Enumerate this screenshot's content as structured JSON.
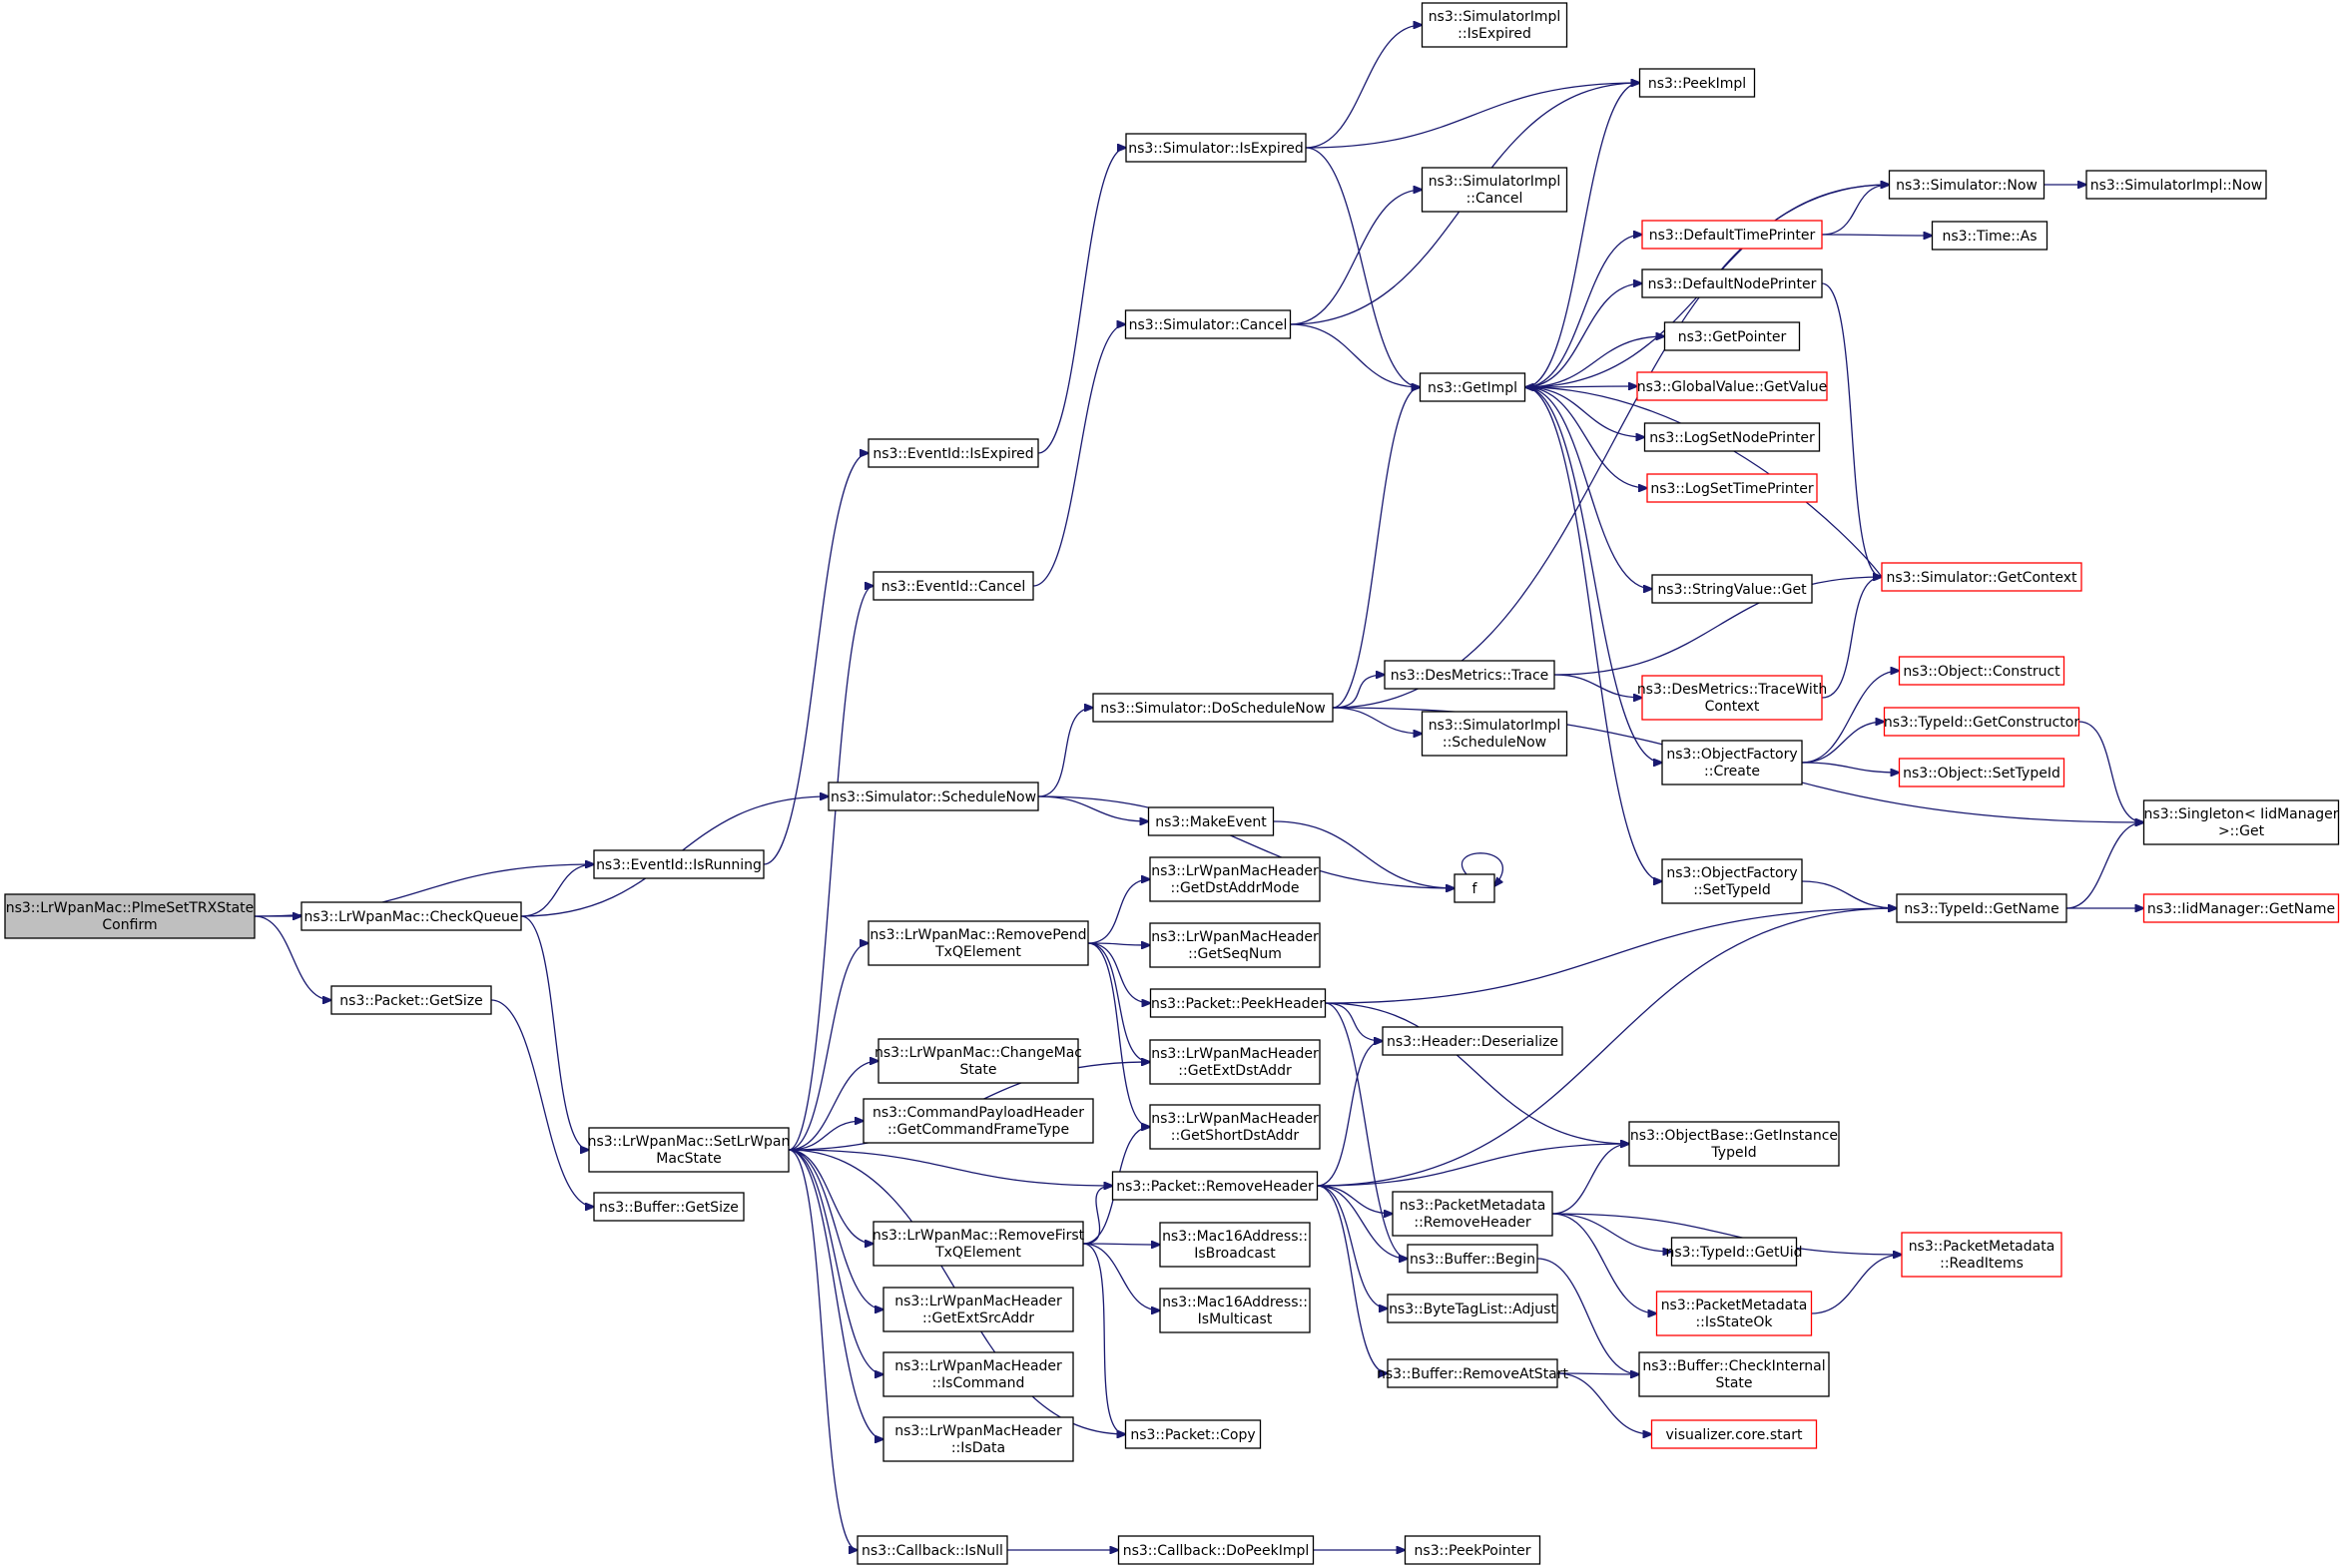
{
  "graph": {
    "nodes": [
      {
        "id": "root",
        "label": [
          "ns3::LrWpanMac::PlmeSetTRXState",
          "Confirm"
        ],
        "type": "root"
      },
      {
        "id": "checkQueue",
        "label": [
          "ns3::LrWpanMac::CheckQueue"
        ]
      },
      {
        "id": "pktGetSize",
        "label": [
          "ns3::Packet::GetSize"
        ]
      },
      {
        "id": "isRunning",
        "label": [
          "ns3::EventId::IsRunning"
        ]
      },
      {
        "id": "eidIsExpired",
        "label": [
          "ns3::EventId::IsExpired"
        ]
      },
      {
        "id": "eidCancel",
        "label": [
          "ns3::EventId::Cancel"
        ]
      },
      {
        "id": "schedNow",
        "label": [
          "ns3::Simulator::ScheduleNow"
        ]
      },
      {
        "id": "setState",
        "label": [
          "ns3::LrWpanMac::SetLrWpan",
          "MacState"
        ]
      },
      {
        "id": "bufGetSize",
        "label": [
          "ns3::Buffer::GetSize"
        ]
      },
      {
        "id": "simIsExpired",
        "label": [
          "ns3::Simulator::IsExpired"
        ]
      },
      {
        "id": "simCancel",
        "label": [
          "ns3::Simulator::Cancel"
        ]
      },
      {
        "id": "doSchedNow",
        "label": [
          "ns3::Simulator::DoScheduleNow"
        ]
      },
      {
        "id": "makeEvent",
        "label": [
          "ns3::MakeEvent"
        ]
      },
      {
        "id": "removePend",
        "label": [
          "ns3::LrWpanMac::RemovePend",
          "TxQElement"
        ]
      },
      {
        "id": "changeMac",
        "label": [
          "ns3::LrWpanMac::ChangeMac",
          "State"
        ]
      },
      {
        "id": "cmdFrame",
        "label": [
          "ns3::CommandPayloadHeader",
          "::GetCommandFrameType"
        ]
      },
      {
        "id": "removeFirst",
        "label": [
          "ns3::LrWpanMac::RemoveFirst",
          "TxQElement"
        ]
      },
      {
        "id": "extSrc",
        "label": [
          "ns3::LrWpanMacHeader",
          "::GetExtSrcAddr"
        ]
      },
      {
        "id": "isCommand",
        "label": [
          "ns3::LrWpanMacHeader",
          "::IsCommand"
        ]
      },
      {
        "id": "isData",
        "label": [
          "ns3::LrWpanMacHeader",
          "::IsData"
        ]
      },
      {
        "id": "cbIsNull",
        "label": [
          "ns3::Callback::IsNull"
        ]
      },
      {
        "id": "implIsExpired",
        "label": [
          "ns3::SimulatorImpl",
          "::IsExpired"
        ]
      },
      {
        "id": "peekImpl",
        "label": [
          "ns3::PeekImpl"
        ]
      },
      {
        "id": "implCancel",
        "label": [
          "ns3::SimulatorImpl",
          "::Cancel"
        ]
      },
      {
        "id": "getImpl",
        "label": [
          "ns3::GetImpl"
        ]
      },
      {
        "id": "desTrace",
        "label": [
          "ns3::DesMetrics::Trace"
        ]
      },
      {
        "id": "implSchedNow",
        "label": [
          "ns3::SimulatorImpl",
          "::ScheduleNow"
        ]
      },
      {
        "id": "f",
        "label": [
          "f"
        ]
      },
      {
        "id": "dstMode",
        "label": [
          "ns3::LrWpanMacHeader",
          "::GetDstAddrMode"
        ]
      },
      {
        "id": "seqNum",
        "label": [
          "ns3::LrWpanMacHeader",
          "::GetSeqNum"
        ]
      },
      {
        "id": "peekHeader",
        "label": [
          "ns3::Packet::PeekHeader"
        ]
      },
      {
        "id": "extDst",
        "label": [
          "ns3::LrWpanMacHeader",
          "::GetExtDstAddr"
        ]
      },
      {
        "id": "shortDst",
        "label": [
          "ns3::LrWpanMacHeader",
          "::GetShortDstAddr"
        ]
      },
      {
        "id": "removeHeader",
        "label": [
          "ns3::Packet::RemoveHeader"
        ]
      },
      {
        "id": "isBroadcast",
        "label": [
          "ns3::Mac16Address::",
          "IsBroadcast"
        ]
      },
      {
        "id": "isMulticast",
        "label": [
          "ns3::Mac16Address::",
          "IsMulticast"
        ]
      },
      {
        "id": "pktCopy",
        "label": [
          "ns3::Packet::Copy"
        ]
      },
      {
        "id": "doPeekImpl",
        "label": [
          "ns3::Callback::DoPeekImpl"
        ]
      },
      {
        "id": "peekPointer",
        "label": [
          "ns3::PeekPointer"
        ]
      },
      {
        "id": "simNow",
        "label": [
          "ns3::Simulator::Now"
        ]
      },
      {
        "id": "implNow",
        "label": [
          "ns3::SimulatorImpl::Now"
        ]
      },
      {
        "id": "defTimePrinter",
        "label": [
          "ns3::DefaultTimePrinter"
        ],
        "type": "trunc"
      },
      {
        "id": "timeAs",
        "label": [
          "ns3::Time::As"
        ]
      },
      {
        "id": "defNodePrinter",
        "label": [
          "ns3::DefaultNodePrinter"
        ]
      },
      {
        "id": "getPointer",
        "label": [
          "ns3::GetPointer"
        ]
      },
      {
        "id": "gvGetValue",
        "label": [
          "ns3::GlobalValue::GetValue"
        ],
        "type": "trunc"
      },
      {
        "id": "logSetNode",
        "label": [
          "ns3::LogSetNodePrinter"
        ]
      },
      {
        "id": "logSetTime",
        "label": [
          "ns3::LogSetTimePrinter"
        ],
        "type": "trunc"
      },
      {
        "id": "strGet",
        "label": [
          "ns3::StringValue::Get"
        ]
      },
      {
        "id": "getContext",
        "label": [
          "ns3::Simulator::GetContext"
        ],
        "type": "trunc"
      },
      {
        "id": "traceWith",
        "label": [
          "ns3::DesMetrics::TraceWith",
          "Context"
        ],
        "type": "trunc"
      },
      {
        "id": "ofCreate",
        "label": [
          "ns3::ObjectFactory",
          "::Create"
        ]
      },
      {
        "id": "ofSetTypeId",
        "label": [
          "ns3::ObjectFactory",
          "::SetTypeId"
        ]
      },
      {
        "id": "objConstruct",
        "label": [
          "ns3::Object::Construct"
        ],
        "type": "trunc"
      },
      {
        "id": "getConstructor",
        "label": [
          "ns3::TypeId::GetConstructor"
        ],
        "type": "trunc"
      },
      {
        "id": "objSetTypeId",
        "label": [
          "ns3::Object::SetTypeId"
        ],
        "type": "trunc"
      },
      {
        "id": "singletonGet",
        "label": [
          "ns3::Singleton< IidManager",
          ">::Get"
        ]
      },
      {
        "id": "typeGetName",
        "label": [
          "ns3::TypeId::GetName"
        ]
      },
      {
        "id": "iidGetName",
        "label": [
          "ns3::IidManager::GetName"
        ],
        "type": "trunc"
      },
      {
        "id": "hdrDeserialize",
        "label": [
          "ns3::Header::Deserialize"
        ]
      },
      {
        "id": "getInstTypeId",
        "label": [
          "ns3::ObjectBase::GetInstance",
          "TypeId"
        ]
      },
      {
        "id": "pmRemoveHeader",
        "label": [
          "ns3::PacketMetadata",
          "::RemoveHeader"
        ]
      },
      {
        "id": "bufBegin",
        "label": [
          "ns3::Buffer::Begin"
        ]
      },
      {
        "id": "btlAdjust",
        "label": [
          "ns3::ByteTagList::Adjust"
        ]
      },
      {
        "id": "bufRemoveAtStart",
        "label": [
          "ns3::Buffer::RemoveAtStart"
        ]
      },
      {
        "id": "typeGetUid",
        "label": [
          "ns3::TypeId::GetUid"
        ]
      },
      {
        "id": "pmIsStateOk",
        "label": [
          "ns3::PacketMetadata",
          "::IsStateOk"
        ],
        "type": "trunc"
      },
      {
        "id": "pmReadItems",
        "label": [
          "ns3::PacketMetadata",
          "::ReadItems"
        ],
        "type": "trunc"
      },
      {
        "id": "bufCheckInternal",
        "label": [
          "ns3::Buffer::CheckInternal",
          "State"
        ]
      },
      {
        "id": "vizStart",
        "label": [
          "visualizer.core.start"
        ],
        "type": "trunc"
      }
    ],
    "edges": [
      [
        "root",
        "checkQueue"
      ],
      [
        "root",
        "isRunning"
      ],
      [
        "root",
        "pktGetSize"
      ],
      [
        "checkQueue",
        "isRunning"
      ],
      [
        "checkQueue",
        "schedNow"
      ],
      [
        "checkQueue",
        "setState"
      ],
      [
        "pktGetSize",
        "bufGetSize"
      ],
      [
        "isRunning",
        "eidIsExpired"
      ],
      [
        "eidIsExpired",
        "simIsExpired"
      ],
      [
        "simIsExpired",
        "implIsExpired"
      ],
      [
        "simIsExpired",
        "peekImpl"
      ],
      [
        "simIsExpired",
        "getImpl"
      ],
      [
        "eidCancel",
        "simCancel"
      ],
      [
        "simCancel",
        "peekImpl"
      ],
      [
        "simCancel",
        "implCancel"
      ],
      [
        "simCancel",
        "getImpl"
      ],
      [
        "schedNow",
        "doSchedNow"
      ],
      [
        "schedNow",
        "makeEvent"
      ],
      [
        "schedNow",
        "f"
      ],
      [
        "doSchedNow",
        "simNow"
      ],
      [
        "doSchedNow",
        "getImpl"
      ],
      [
        "doSchedNow",
        "desTrace"
      ],
      [
        "doSchedNow",
        "implSchedNow"
      ],
      [
        "doSchedNow",
        "singletonGet"
      ],
      [
        "makeEvent",
        "f"
      ],
      [
        "f",
        "f"
      ],
      [
        "setState",
        "eidCancel"
      ],
      [
        "setState",
        "removePend"
      ],
      [
        "setState",
        "changeMac"
      ],
      [
        "setState",
        "extDst"
      ],
      [
        "setState",
        "cmdFrame"
      ],
      [
        "setState",
        "removeHeader"
      ],
      [
        "setState",
        "removeFirst"
      ],
      [
        "setState",
        "extSrc"
      ],
      [
        "setState",
        "isCommand"
      ],
      [
        "setState",
        "isData"
      ],
      [
        "setState",
        "pktCopy"
      ],
      [
        "setState",
        "cbIsNull"
      ],
      [
        "removePend",
        "dstMode"
      ],
      [
        "removePend",
        "seqNum"
      ],
      [
        "removePend",
        "peekHeader"
      ],
      [
        "removePend",
        "extDst"
      ],
      [
        "removePend",
        "shortDst"
      ],
      [
        "removeFirst",
        "shortDst"
      ],
      [
        "removeFirst",
        "removeHeader"
      ],
      [
        "removeFirst",
        "isBroadcast"
      ],
      [
        "removeFirst",
        "isMulticast"
      ],
      [
        "removeFirst",
        "pktCopy"
      ],
      [
        "cbIsNull",
        "doPeekImpl"
      ],
      [
        "doPeekImpl",
        "peekPointer"
      ],
      [
        "getImpl",
        "peekImpl"
      ],
      [
        "getImpl",
        "simNow"
      ],
      [
        "getImpl",
        "defTimePrinter"
      ],
      [
        "getImpl",
        "defNodePrinter"
      ],
      [
        "getImpl",
        "getPointer"
      ],
      [
        "getImpl",
        "gvGetValue"
      ],
      [
        "getImpl",
        "logSetNode"
      ],
      [
        "getImpl",
        "logSetTime"
      ],
      [
        "getImpl",
        "strGet"
      ],
      [
        "getImpl",
        "ofCreate"
      ],
      [
        "getImpl",
        "ofSetTypeId"
      ],
      [
        "getContext",
        "getImpl"
      ],
      [
        "simNow",
        "implNow"
      ],
      [
        "defTimePrinter",
        "simNow"
      ],
      [
        "defTimePrinter",
        "timeAs"
      ],
      [
        "defNodePrinter",
        "getContext"
      ],
      [
        "desTrace",
        "getContext"
      ],
      [
        "desTrace",
        "traceWith"
      ],
      [
        "traceWith",
        "getContext"
      ],
      [
        "ofCreate",
        "objConstruct"
      ],
      [
        "ofCreate",
        "getConstructor"
      ],
      [
        "ofCreate",
        "objSetTypeId"
      ],
      [
        "getConstructor",
        "singletonGet"
      ],
      [
        "ofSetTypeId",
        "typeGetName"
      ],
      [
        "typeGetName",
        "singletonGet"
      ],
      [
        "typeGetName",
        "iidGetName"
      ],
      [
        "peekHeader",
        "typeGetName"
      ],
      [
        "peekHeader",
        "hdrDeserialize"
      ],
      [
        "peekHeader",
        "getInstTypeId"
      ],
      [
        "peekHeader",
        "bufBegin"
      ],
      [
        "removeHeader",
        "typeGetName"
      ],
      [
        "removeHeader",
        "hdrDeserialize"
      ],
      [
        "removeHeader",
        "getInstTypeId"
      ],
      [
        "removeHeader",
        "pmRemoveHeader"
      ],
      [
        "removeHeader",
        "bufBegin"
      ],
      [
        "removeHeader",
        "btlAdjust"
      ],
      [
        "removeHeader",
        "bufRemoveAtStart"
      ],
      [
        "pmRemoveHeader",
        "getInstTypeId"
      ],
      [
        "pmRemoveHeader",
        "typeGetUid"
      ],
      [
        "pmRemoveHeader",
        "pmIsStateOk"
      ],
      [
        "pmRemoveHeader",
        "pmReadItems"
      ],
      [
        "pmIsStateOk",
        "pmReadItems"
      ],
      [
        "bufBegin",
        "bufCheckInternal"
      ],
      [
        "bufRemoveAtStart",
        "bufCheckInternal"
      ],
      [
        "bufRemoveAtStart",
        "vizStart"
      ]
    ]
  }
}
